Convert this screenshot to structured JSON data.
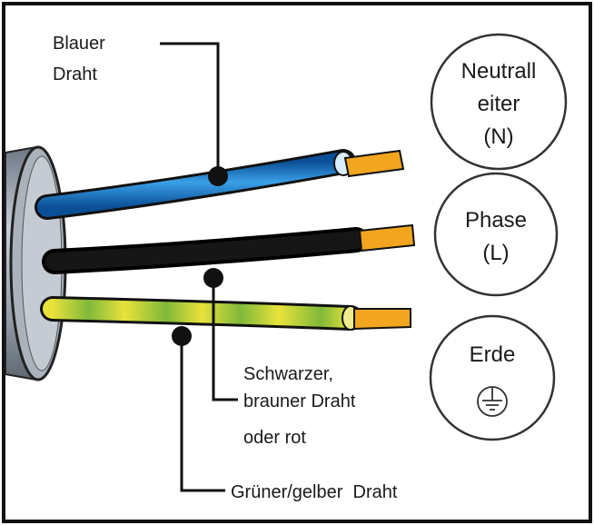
{
  "labels": {
    "blue_wire_line1": "Blauer",
    "blue_wire_line2": "Draht",
    "black_wire_line1": "Schwarzer,",
    "black_wire_line2": "brauner Draht",
    "black_wire_line3": "oder rot",
    "green_yellow_wire": "Grüner/gelber  Draht"
  },
  "circles": {
    "neutral_line1": "Neutrall",
    "neutral_line2": "eiter",
    "neutral_line3": "(N)",
    "phase_line1": "Phase",
    "phase_line2": "(L)",
    "earth_line1": "Erde"
  },
  "icons": {
    "earth_symbol": "earth-ground-icon"
  },
  "colors": {
    "blue_wire": "#1a6fc4",
    "black_wire": "#0d0d0d",
    "green_wire": "#7fb93a",
    "yellow_wire": "#e8e23a",
    "copper_core": "#f2a51e",
    "cable_jacket": "#9aa3ad",
    "border": "#111111"
  }
}
